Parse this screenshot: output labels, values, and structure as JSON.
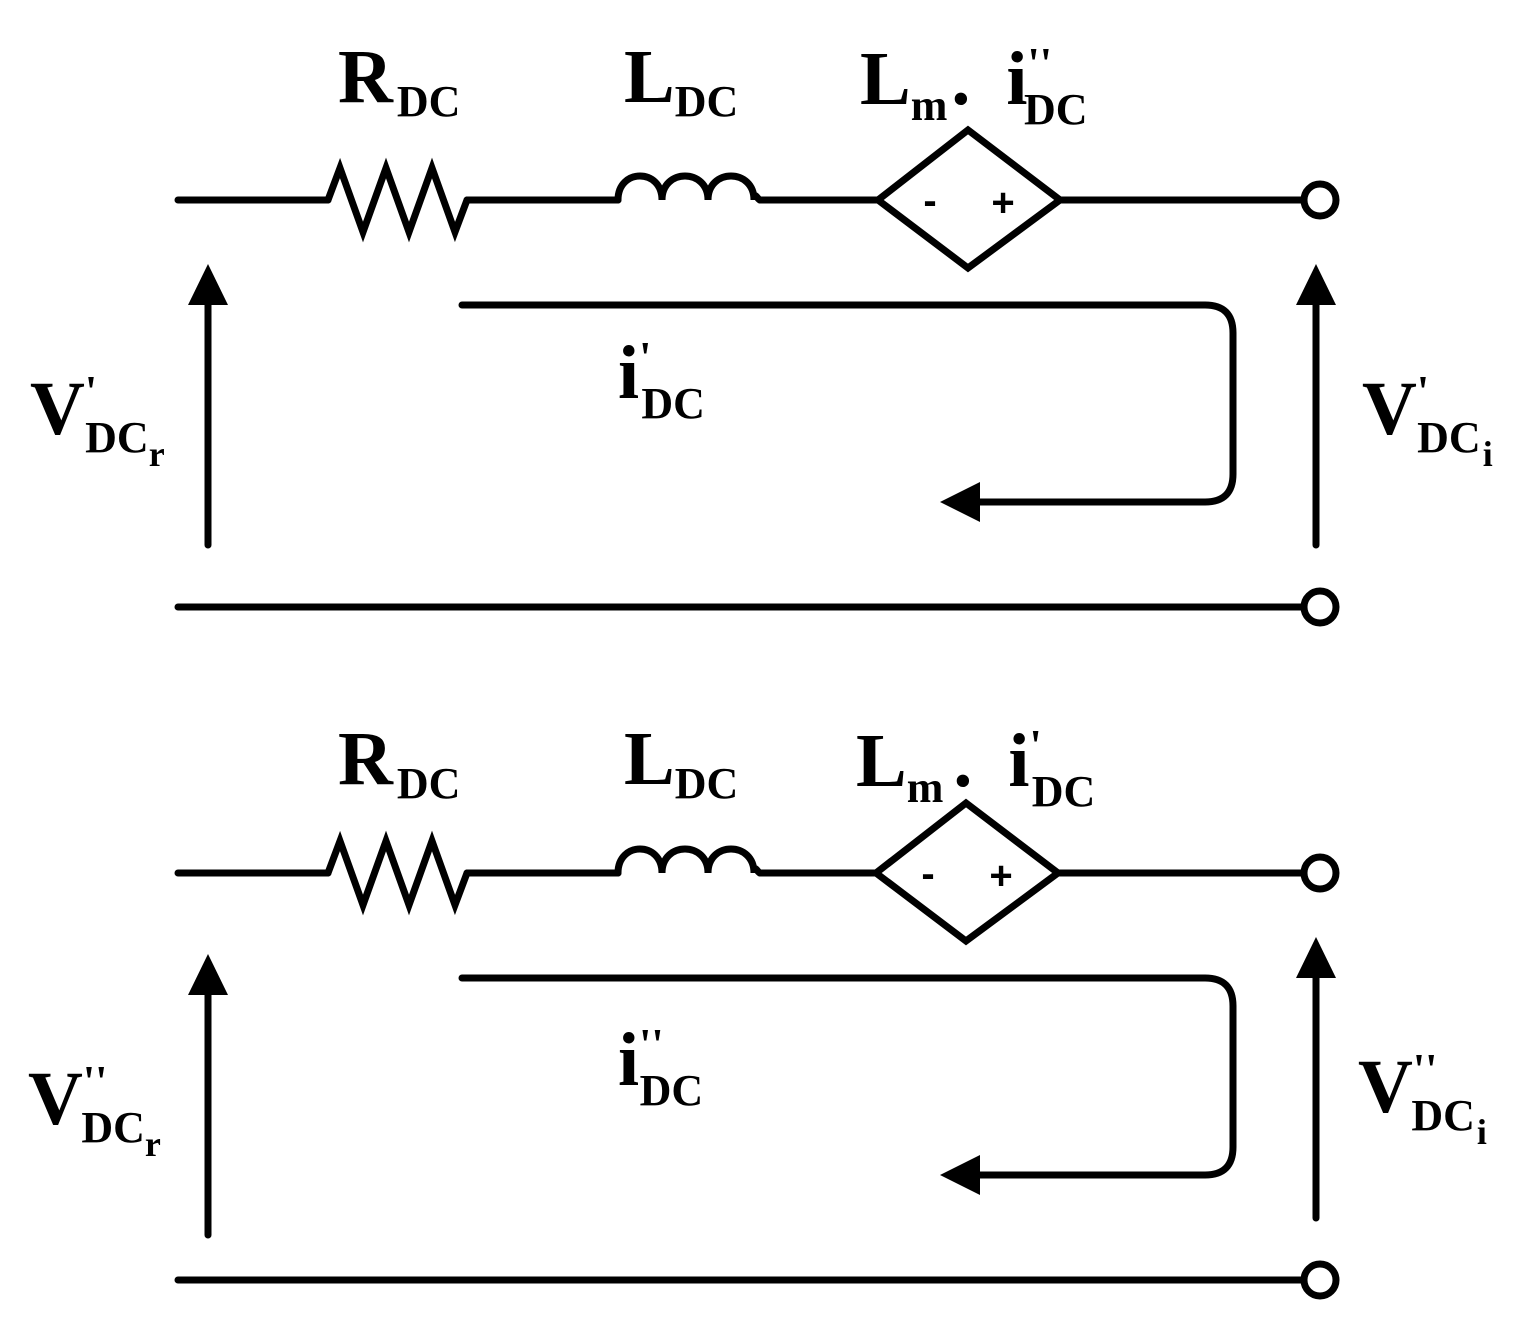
{
  "circuits": [
    {
      "resistor": {
        "symbol": "R",
        "sub": "DC"
      },
      "inductor": {
        "symbol": "L",
        "sub": "DC"
      },
      "source": {
        "symbol": "L",
        "sub": "m",
        "dot": ".",
        "current": "i",
        "prime": "''",
        "current_sub": "DC",
        "minus": "-",
        "plus": "+"
      },
      "loop_current": {
        "symbol": "i",
        "prime": "'",
        "sub": "DC"
      },
      "v_left": {
        "symbol": "V",
        "prime": "'",
        "sub": "DC",
        "sub2": "r"
      },
      "v_right": {
        "symbol": "V",
        "prime": "'",
        "sub": "DC",
        "sub2": "i"
      }
    },
    {
      "resistor": {
        "symbol": "R",
        "sub": "DC"
      },
      "inductor": {
        "symbol": "L",
        "sub": "DC"
      },
      "source": {
        "symbol": "L",
        "sub": "m",
        "dot": ".",
        "current": "i",
        "prime": "'",
        "current_sub": "DC",
        "minus": "-",
        "plus": "+"
      },
      "loop_current": {
        "symbol": "i",
        "prime": "''",
        "sub": "DC"
      },
      "v_left": {
        "symbol": "V",
        "prime": "''",
        "sub": "DC",
        "sub2": "r"
      },
      "v_right": {
        "symbol": "V",
        "prime": "''",
        "sub": "DC",
        "sub2": "i"
      }
    }
  ]
}
